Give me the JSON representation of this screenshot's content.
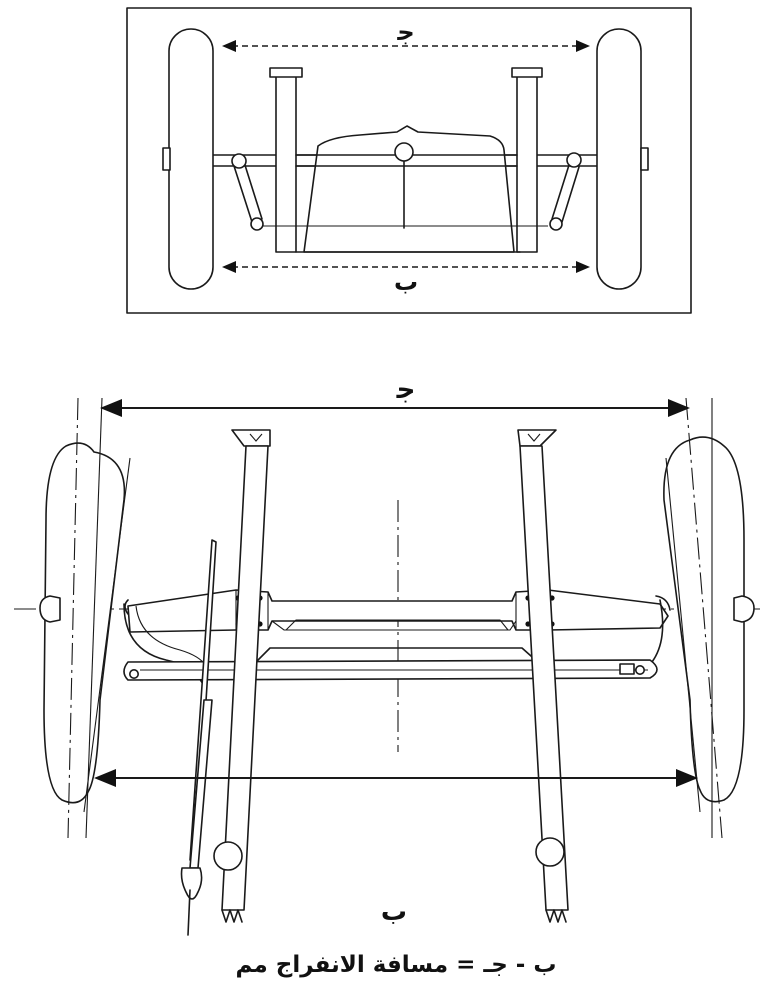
{
  "top_diagram": {
    "label_front": "ﺟ",
    "label_rear": "ب"
  },
  "bottom_diagram": {
    "label_front": "ﺟ",
    "label_rear": "ب"
  },
  "formula": "ب - جـ    = مسافة الانفراج مم"
}
